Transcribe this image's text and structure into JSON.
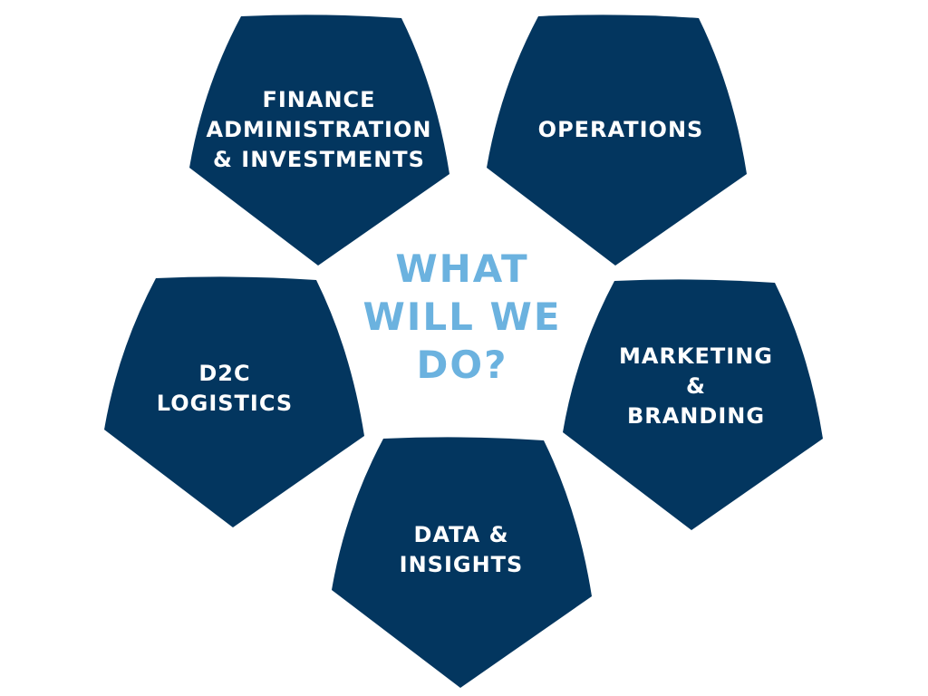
{
  "colors": {
    "shape": "#03365f",
    "center_text": "#6bb2df",
    "label_text": "#ffffff"
  },
  "center": {
    "lines": [
      "WHAT",
      "WILL WE",
      "DO?"
    ]
  },
  "sections": [
    {
      "id": "finance",
      "lines": [
        "FINANCE",
        "ADMINISTRATION",
        "& INVESTMENTS"
      ]
    },
    {
      "id": "operations",
      "lines": [
        "OPERATIONS"
      ]
    },
    {
      "id": "d2c",
      "lines": [
        "D2C",
        "LOGISTICS"
      ]
    },
    {
      "id": "marketing",
      "lines": [
        "MARKETING",
        "&",
        "BRANDING"
      ]
    },
    {
      "id": "data",
      "lines": [
        "DATA &",
        "INSIGHTS"
      ]
    }
  ]
}
